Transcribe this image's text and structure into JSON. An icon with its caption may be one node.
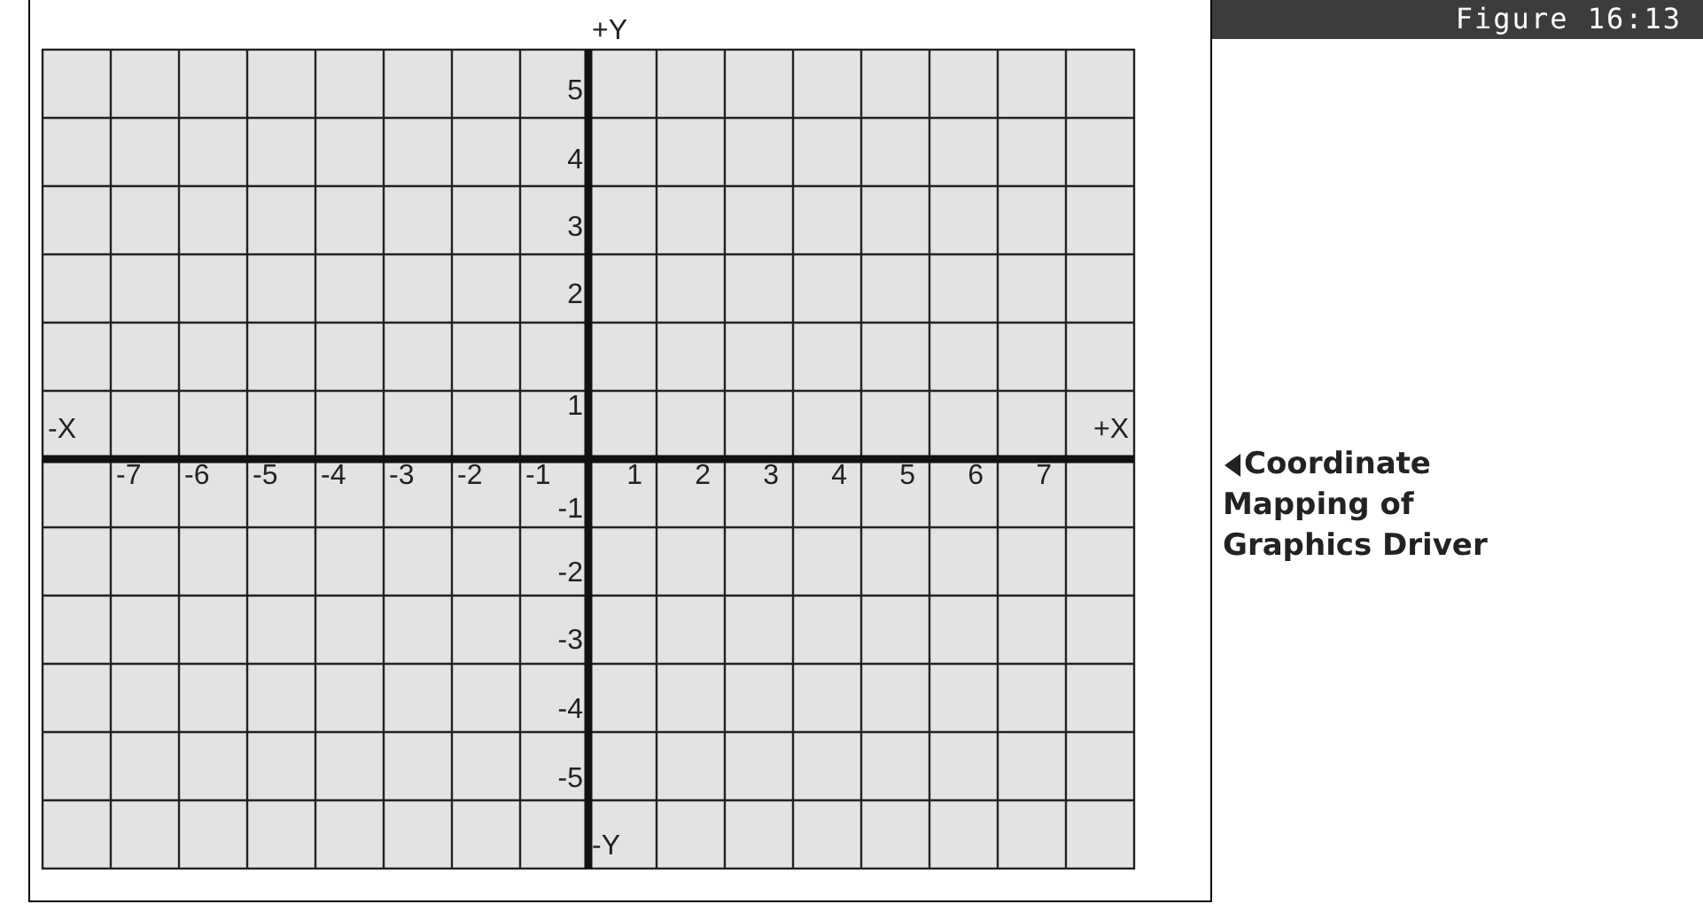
{
  "diagram": {
    "title": "Figure 16:13",
    "caption": "Coordinate Mapping of Graphics Driver",
    "labels": [
      "+Y",
      "5",
      "4",
      "3",
      "2",
      "1",
      "-X",
      "+X",
      "-7",
      "-6",
      "-5",
      "-4",
      "-3",
      "-2",
      "-1",
      "1",
      "2",
      "3",
      "4",
      "5",
      "6",
      "7",
      "-1",
      "-2",
      "-3",
      "-4",
      "-5",
      "-Y"
    ]
  }
}
